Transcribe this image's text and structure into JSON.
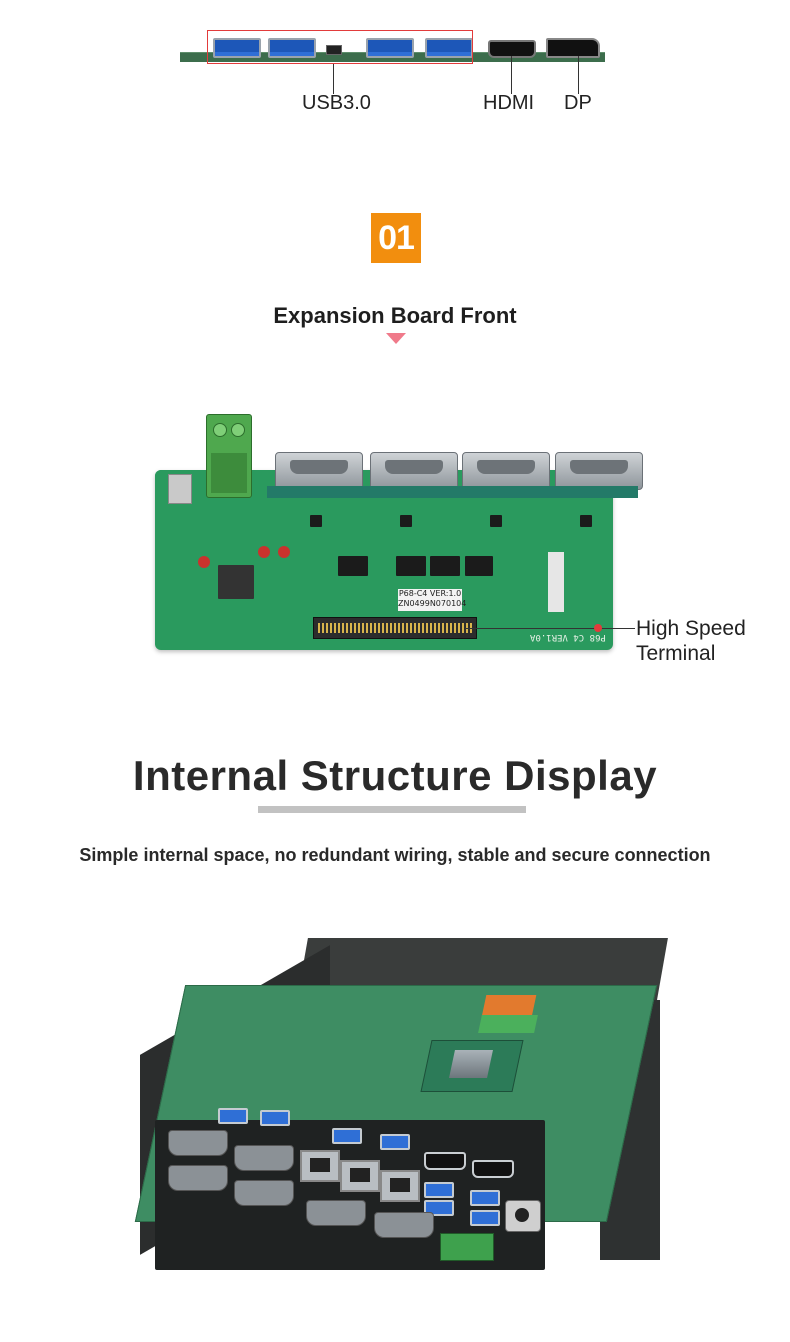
{
  "top_board": {
    "labels": {
      "usb": "USB3.0",
      "hdmi": "HDMI",
      "dp": "DP"
    }
  },
  "section": {
    "number": "01",
    "title": "Expansion Board Front"
  },
  "expansion_board": {
    "version_label_1": "P68-C4 VER:1.0",
    "version_label_2": "ZN0499N070104",
    "silkscreen": "P68 C4 VER1.0A",
    "callout": {
      "line1": "High Speed",
      "line2": "Terminal"
    }
  },
  "internal": {
    "title": "Internal Structure Display",
    "subtitle": "Simple internal space, no redundant wiring, stable and secure connection"
  },
  "colors": {
    "badge": "#f28e0e",
    "accent_triangle": "#f07a8a",
    "usb_box": "#e23b3b",
    "pcb_green": "#2a9a5e"
  }
}
